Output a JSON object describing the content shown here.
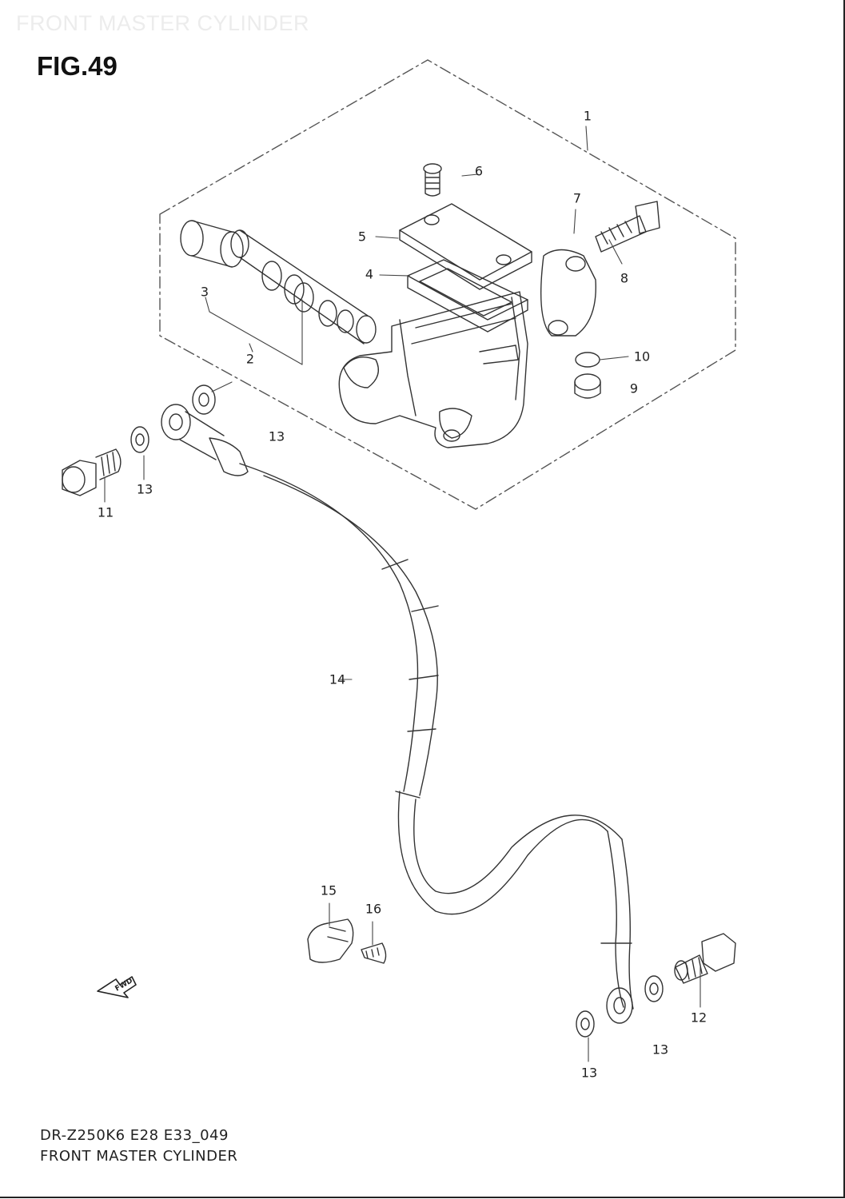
{
  "header": {
    "title": "FRONT MASTER CYLINDER"
  },
  "figure": {
    "label": "FIG.49"
  },
  "callouts": {
    "c1": "1",
    "c2": "2",
    "c3": "3",
    "c4": "4",
    "c5": "5",
    "c6": "6",
    "c7": "7",
    "c8": "8",
    "c9": "9",
    "c10": "10",
    "c11": "11",
    "c12": "12",
    "c13a": "13",
    "c13b": "13",
    "c13c": "13",
    "c13d": "13",
    "c14": "14",
    "c15": "15",
    "c16": "16"
  },
  "fwd_badge": "FWD",
  "footer": {
    "model_code": "DR-Z250K6 E28 E33_049",
    "title": "FRONT MASTER CYLINDER"
  }
}
